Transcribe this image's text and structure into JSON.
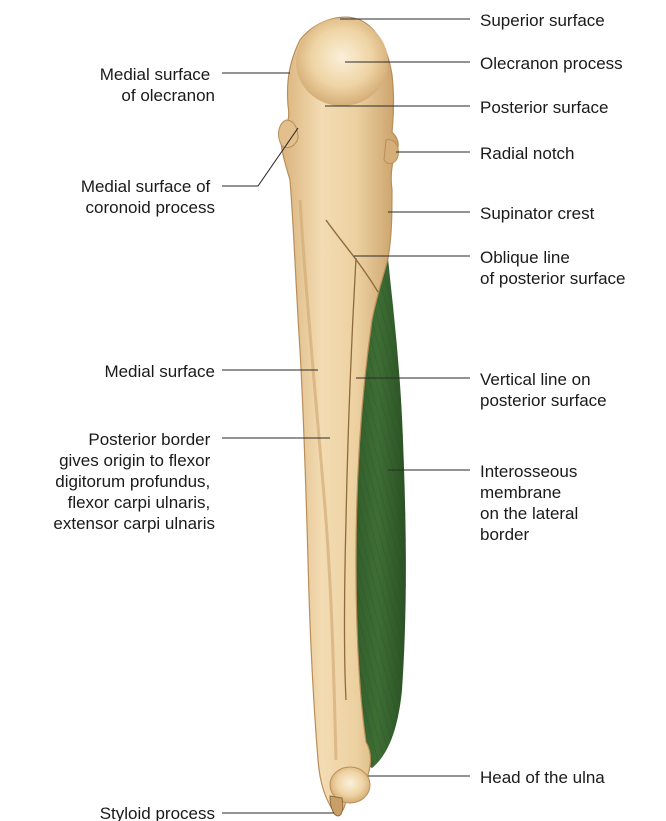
{
  "colors": {
    "bone": "#efd2a2",
    "bone_light": "#f9ecd2",
    "bone_shadow": "#cfa873",
    "bone_outline": "#b98e58",
    "membrane": "#3c6a33",
    "membrane_dark": "#254a20",
    "leader_line": "#2a2a2a",
    "text": "#1a1a1a"
  },
  "labels": {
    "right": [
      {
        "lines": [
          "Superior surface"
        ]
      },
      {
        "lines": [
          "Olecranon process"
        ]
      },
      {
        "lines": [
          "Posterior surface"
        ]
      },
      {
        "lines": [
          "Radial notch"
        ]
      },
      {
        "lines": [
          "Supinator crest"
        ]
      },
      {
        "lines": [
          "Oblique line",
          "of posterior surface"
        ]
      },
      {
        "lines": [
          "Vertical line on",
          "posterior surface"
        ]
      },
      {
        "lines": [
          "Interosseous",
          "membrane",
          "on the lateral",
          "border"
        ]
      },
      {
        "lines": [
          "Head of the ulna"
        ]
      }
    ],
    "left": [
      {
        "lines": [
          "Medial surface",
          "of olecranon"
        ]
      },
      {
        "lines": [
          "Medial surface of",
          "coronoid process"
        ]
      },
      {
        "lines": [
          "Medial surface"
        ]
      },
      {
        "lines": [
          "Posterior border",
          "gives origin to flexor",
          "digitorum profundus,",
          "flexor carpi ulnaris,",
          "extensor carpi ulnaris"
        ]
      },
      {
        "lines": [
          "Styloid process"
        ]
      }
    ]
  }
}
